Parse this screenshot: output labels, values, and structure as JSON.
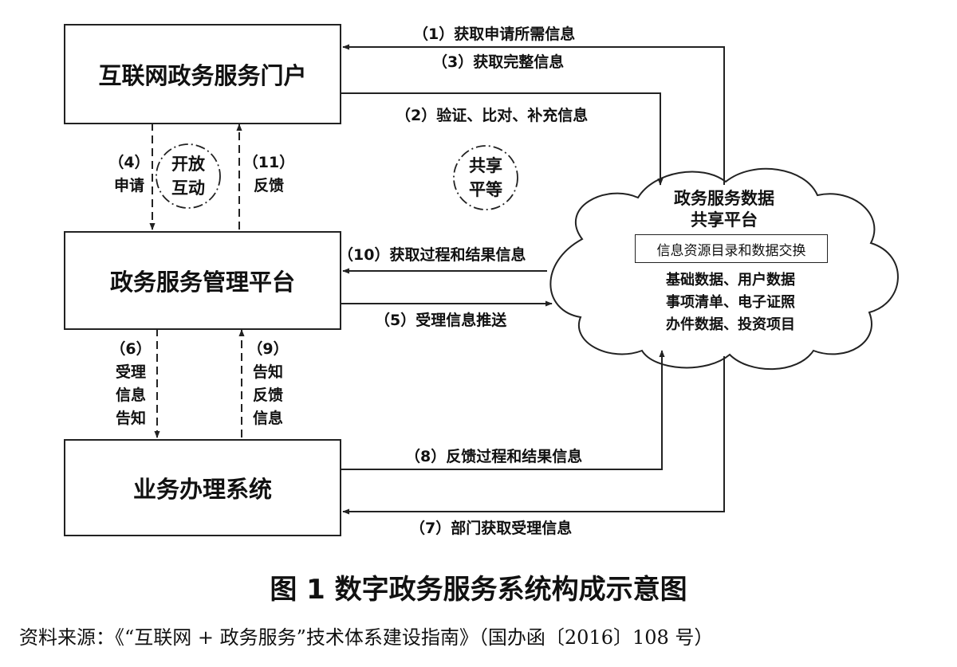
{
  "boxes": {
    "portal": "互联网政务服务门户",
    "management": "政务服务管理平台",
    "business": "业务办理系统"
  },
  "cloud": {
    "title_line1": "政务服务数据",
    "title_line2": "共享平台",
    "catalog": "信息资源目录和数据交换",
    "data_line1": "基础数据、用户数据",
    "data_line2": "事项清单、电子证照",
    "data_line3": "办件数据、投资项目"
  },
  "circles": {
    "open_line1": "开放",
    "open_line2": "互动",
    "share_line1": "共享",
    "share_line2": "平等"
  },
  "flows": {
    "f1": "（1）获取申请所需信息",
    "f2": "（2）验证、比对、补充信息",
    "f3": "（3）获取完整信息",
    "f4_num": "（4）",
    "f4_text": "申请",
    "f5": "（5）受理信息推送",
    "f6_num": "（6）",
    "f6_l1": "受理",
    "f6_l2": "信息",
    "f6_l3": "告知",
    "f7": "（7）部门获取受理信息",
    "f8": "（8）反馈过程和结果信息",
    "f9_num": "（9）",
    "f9_l1": "告知",
    "f9_l2": "反馈",
    "f9_l3": "信息",
    "f10": "（10）获取过程和结果信息",
    "f11_num": "（11）",
    "f11_text": "反馈"
  },
  "figure_title": "图 1  数字政务服务系统构成示意图",
  "source": "资料来源：《“互联网 + 政务服务”技术体系建设指南》（国办函〔2016〕108 号）"
}
